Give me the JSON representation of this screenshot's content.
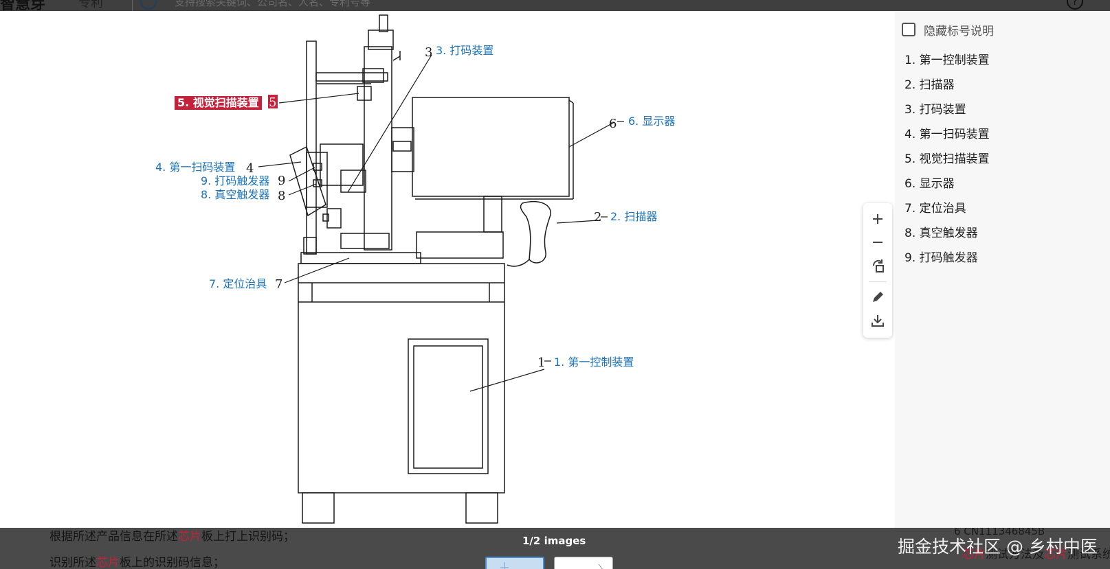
{
  "app": {
    "logo_text": "智慧芽",
    "nav_tab": "专利",
    "search_placeholder": "支持搜索关键词、公司名、人名、专利号等",
    "help_icon": "question-circle-icon"
  },
  "drawing": {
    "reference_numerals": [
      "1",
      "2",
      "3",
      "4",
      "5",
      "6",
      "7",
      "8",
      "9"
    ],
    "callouts": [
      {
        "id": "1",
        "label": "1. 第一控制装置"
      },
      {
        "id": "2",
        "label": "2. 扫描器"
      },
      {
        "id": "3",
        "label": "3. 打码装置"
      },
      {
        "id": "4",
        "label": "4. 第一扫码装置"
      },
      {
        "id": "5",
        "label": "5. 视觉扫描装置"
      },
      {
        "id": "6",
        "label": "6. 显示器"
      },
      {
        "id": "7",
        "label": "7. 定位治具"
      },
      {
        "id": "8",
        "label": "8. 真空触发器"
      },
      {
        "id": "9",
        "label": "9. 打码触发器"
      }
    ],
    "highlighted": "5",
    "highlight_color": "#c4213b",
    "callout_color": "#1a72b8"
  },
  "toolbar": {
    "buttons": [
      {
        "name": "zoom-in-button",
        "icon": "plus-icon"
      },
      {
        "name": "zoom-out-button",
        "icon": "minus-icon"
      },
      {
        "name": "rotate-button",
        "icon": "rotate-icon"
      },
      {
        "name": "annotate-button",
        "icon": "pencil-icon"
      },
      {
        "name": "download-button",
        "icon": "download-icon"
      }
    ]
  },
  "legend_panel": {
    "hide_checkbox_label": "隐藏标号说明",
    "hide_checked": false,
    "items": [
      "1. 第一控制装置",
      "2. 扫描器",
      "3. 打码装置",
      "4. 第一扫码装置",
      "5. 视觉扫描装置",
      "6. 显示器",
      "7. 定位治具",
      "8. 真空触发器",
      "9. 打码触发器"
    ]
  },
  "footer": {
    "image_counter": "1/2 images",
    "background_text": {
      "line1_a": "根据所述产品信息在所述",
      "line1_kw": "芯片",
      "line1_b": "板上打上识别码；",
      "line2_a": "识别所述",
      "line2_kw": "芯片",
      "line2_b": "板上的识别码信息；",
      "right_ref": "6  CN111346845B",
      "right_a": "芯片",
      "right_b": "测试方法及",
      "right_c": "芯片",
      "right_d": "测试系统"
    },
    "watermark": "掘金技术社区 @ 乡村中医"
  }
}
